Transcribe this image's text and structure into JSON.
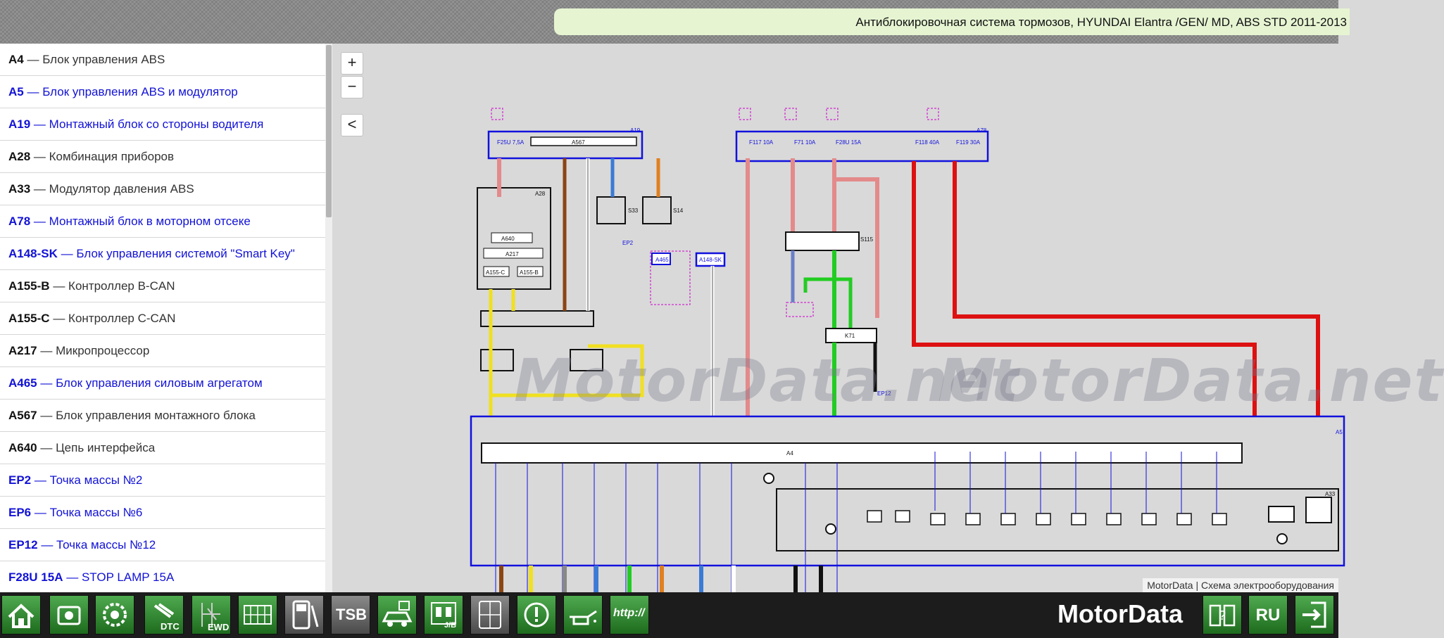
{
  "header": {
    "title": "Антиблокировочная система тормозов, HYUNDAI Elantra /GEN/ MD, ABS STD 2011-2013"
  },
  "components": [
    {
      "code": "A4",
      "name": "Блок управления ABS",
      "color": "black"
    },
    {
      "code": "A5",
      "name": "Блок управления ABS и модулятор",
      "color": "blue"
    },
    {
      "code": "A19",
      "name": "Монтажный блок со стороны водителя",
      "color": "blue"
    },
    {
      "code": "A28",
      "name": "Комбинация приборов",
      "color": "black"
    },
    {
      "code": "A33",
      "name": "Модулятор давления ABS",
      "color": "black"
    },
    {
      "code": "A78",
      "name": "Монтажный блок в моторном отсеке",
      "color": "blue"
    },
    {
      "code": "A148-SK",
      "name": "Блок управления системой \"Smart Key\"",
      "color": "blue"
    },
    {
      "code": "A155-B",
      "name": "Контроллер B-CAN",
      "color": "black"
    },
    {
      "code": "A155-C",
      "name": "Контроллер C-CAN",
      "color": "black"
    },
    {
      "code": "A217",
      "name": "Микропроцессор",
      "color": "black"
    },
    {
      "code": "A465",
      "name": "Блок управления силовым агрегатом",
      "color": "blue"
    },
    {
      "code": "A567",
      "name": "Блок управления монтажного блока",
      "color": "black"
    },
    {
      "code": "A640",
      "name": "Цепь интерфейса",
      "color": "black"
    },
    {
      "code": "EP2",
      "name": "Точка массы №2",
      "color": "blue"
    },
    {
      "code": "EP6",
      "name": "Точка массы №6",
      "color": "blue"
    },
    {
      "code": "EP12",
      "name": "Точка массы №12",
      "color": "blue"
    },
    {
      "code": "F28U 15A",
      "name": "STOP LAMP 15A",
      "color": "blue"
    }
  ],
  "separator": " — ",
  "controls": {
    "zoom_in": "+",
    "zoom_out": "−",
    "collapse": "<"
  },
  "watermark": "MotorData.net",
  "copyright": "MotorData | Схема электрооборудования",
  "diagram_labels": {
    "block_a19": "A19",
    "block_a78": "A78",
    "block_a567": "A567",
    "block_a28": "A28",
    "block_a640": "A640",
    "block_a217": "A217",
    "block_a155c": "A155-C",
    "block_a155b": "A155-B",
    "block_a465": "A465",
    "block_a148": "A148-SK",
    "block_k71": "K71",
    "block_s115": "S115",
    "block_a4": "A4",
    "block_a5": "A5",
    "block_a33": "A33",
    "block_s33": "S33",
    "block_s14": "S14",
    "ground_ep2": "EP2",
    "ground_ep12": "EP12",
    "fuse_f25": "F25U 7,5A",
    "fuse_f117": "F117 10A",
    "fuse_f71": "F71 10A",
    "fuse_f28": "F28U 15A",
    "fuse_f118": "F118 40A",
    "fuse_f119": "F119 30A"
  },
  "toolbar": {
    "dtc_label": "DTC",
    "ewd_label": "EWD",
    "tsb_label": "TSB",
    "jb_label": "J/B",
    "http_label": "http://",
    "brand": "MotorData",
    "lang": "RU"
  },
  "colors": {
    "accent_green": "#2e8b2e",
    "link_blue": "#1212d6",
    "title_bg": "#e6f4d2"
  }
}
